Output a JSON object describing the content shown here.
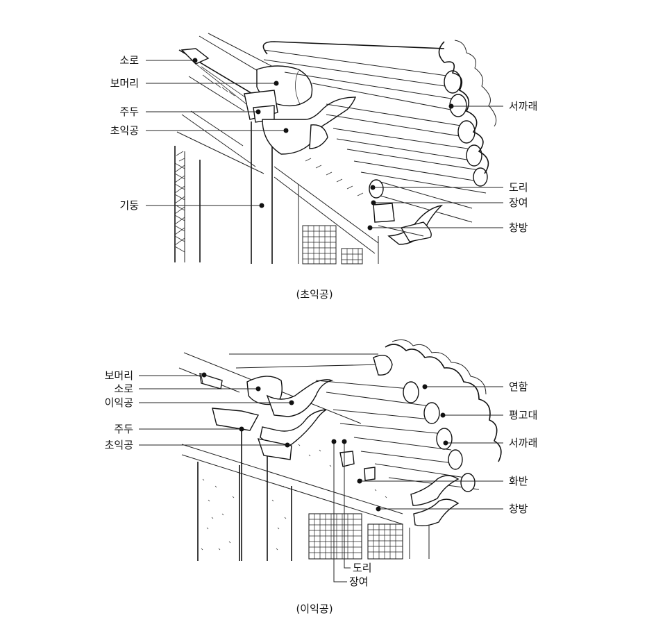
{
  "top": {
    "caption": "(초익공)",
    "left_labels": [
      "소로",
      "보머리",
      "주두",
      "초익공",
      "기둥"
    ],
    "right_labels": [
      "서까래",
      "도리",
      "장여",
      "창방"
    ]
  },
  "bottom": {
    "caption": "(이익공)",
    "left_labels": [
      "보머리",
      "소로",
      "이익공",
      "주두",
      "초익공"
    ],
    "right_labels": [
      "연함",
      "평고대",
      "서까래",
      "화반",
      "창방"
    ],
    "lower_labels": [
      "도리",
      "장여"
    ]
  }
}
